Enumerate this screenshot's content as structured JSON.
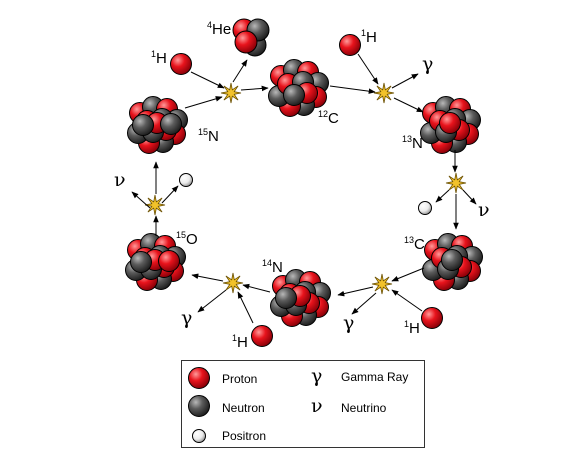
{
  "colors": {
    "proton": "#e8131c",
    "neutron": "#5b5b5b",
    "positron": "#f2f2f2",
    "burst": "#f2c22a",
    "arrow": "#000000"
  },
  "nuclei": {
    "n15": {
      "mass": "15",
      "symbol": "N"
    },
    "c12": {
      "mass": "12",
      "symbol": "C"
    },
    "n13": {
      "mass": "13",
      "symbol": "N"
    },
    "c13": {
      "mass": "13",
      "symbol": "C"
    },
    "n14": {
      "mass": "14",
      "symbol": "N"
    },
    "o15": {
      "mass": "15",
      "symbol": "O"
    },
    "he4": {
      "mass": "4",
      "symbol": "He"
    }
  },
  "particles": {
    "h1_label_mass": "1",
    "h1_label_symbol": "H",
    "gamma": "γ",
    "neutrino": "ν"
  },
  "legend": {
    "proton": "Proton",
    "neutron": "Neutron",
    "positron": "Positron",
    "gamma_symbol": "γ",
    "gamma_label": "Gamma Ray",
    "neutrino_symbol": "ν",
    "neutrino_label": "Neutrino"
  }
}
